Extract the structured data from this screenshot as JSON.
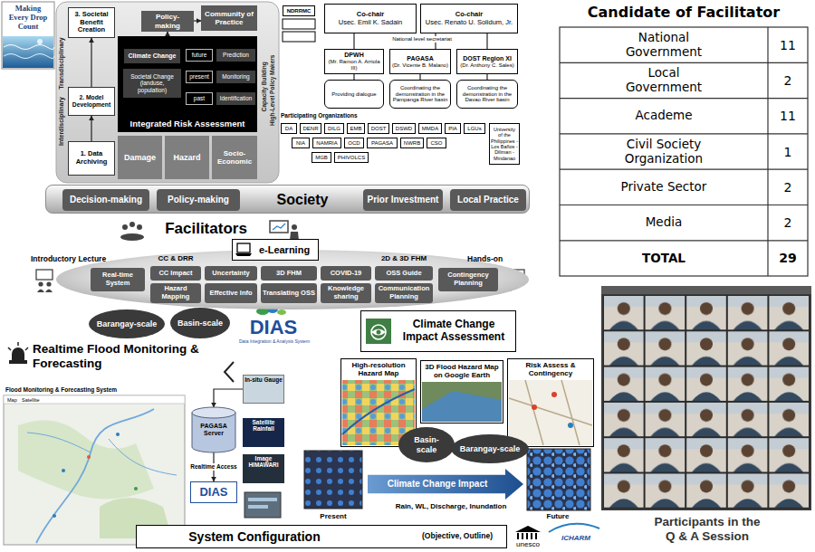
{
  "diagram": {
    "nodes": [
      {
        "text": [
          "Making Every Drop Count"
        ]
      },
      {
        "text": [
          "3. Societal Benefit Creation"
        ]
      },
      {
        "text": [
          "Policy-making"
        ]
      },
      {
        "text": [
          "Community of Practice"
        ]
      },
      {
        "text": [
          "2. Model Development"
        ]
      },
      {
        "text": [
          "Integrated Risk Assessment"
        ]
      },
      {
        "text": [
          "Climate Change"
        ],
        "in": 5
      },
      {
        "text": [
          "Societal Change (landuse, population)"
        ],
        "in": 5
      },
      {
        "text": [
          "future"
        ],
        "in": 5
      },
      {
        "text": [
          "present"
        ],
        "in": 5
      },
      {
        "text": [
          "past"
        ],
        "in": 5
      },
      {
        "text": [
          "Prediction"
        ],
        "in": 5
      },
      {
        "text": [
          "Monitoring"
        ],
        "in": 5
      },
      {
        "text": [
          "Identification"
        ],
        "in": 5
      },
      {
        "text": [
          "1. Data Archiving"
        ]
      },
      {
        "text": [
          "Damage"
        ]
      },
      {
        "text": [
          "Hazard"
        ]
      },
      {
        "text": [
          "Socio-Economic"
        ]
      },
      {
        "text": [
          "NDRRMC"
        ]
      },
      {
        "text": [
          "Co-chair",
          "Usec. Emil K. Sadain"
        ]
      },
      {
        "text": [
          "Co-chair",
          "Usec. Renato U. Solidum, Jr."
        ]
      },
      {
        "text": [
          "DPWH",
          "(Mr. Ramon A. Arriola III)"
        ]
      },
      {
        "text": [
          "PAGASA",
          "(Dr. Vicente B. Malano)"
        ]
      },
      {
        "text": [
          "DOST Region XI",
          "(Dr. Anthony C. Sales)"
        ]
      },
      {
        "text": [
          "Providing dialogue"
        ]
      },
      {
        "text": [
          "Coordinating the demonstration in the Pampanga River basin"
        ]
      },
      {
        "text": [
          "Coordinating the demonstration in the Davao River basin"
        ]
      },
      {
        "text": [
          "DA"
        ]
      },
      {
        "text": [
          "DENR"
        ]
      },
      {
        "text": [
          "DILG"
        ]
      },
      {
        "text": [
          "EMB"
        ]
      },
      {
        "text": [
          "DOST"
        ]
      },
      {
        "text": [
          "DSWD"
        ]
      },
      {
        "text": [
          "MMDA"
        ]
      },
      {
        "text": [
          "PIA"
        ]
      },
      {
        "text": [
          "LGUs"
        ]
      },
      {
        "text": [
          "University of the Philippines - Los Baños - Diliman - Mindanao"
        ]
      },
      {
        "text": [
          "NIA"
        ]
      },
      {
        "text": [
          "NAMRIA"
        ]
      },
      {
        "text": [
          "OCD"
        ]
      },
      {
        "text": [
          "PAGASA"
        ]
      },
      {
        "text": [
          "NWRB"
        ]
      },
      {
        "text": [
          "CSO"
        ]
      },
      {
        "text": [
          "MGB"
        ]
      },
      {
        "text": [
          "PHIVOLCS"
        ]
      },
      {
        "text": [
          "Society"
        ]
      },
      {
        "text": [
          "Decision-making"
        ],
        "in": 45
      },
      {
        "text": [
          "Policy-making"
        ],
        "in": 45
      },
      {
        "text": [
          "Prior Investment"
        ],
        "in": 45
      },
      {
        "text": [
          "Local Practice"
        ],
        "in": 45
      },
      {
        "text": [
          "CC & DRR",
          "2D & 3D FHM"
        ]
      },
      {
        "text": [
          "e-Learning"
        ],
        "in": 50
      },
      {
        "text": [
          "Real-time System"
        ],
        "in": 50
      },
      {
        "text": [
          "CC Impact"
        ],
        "in": 50
      },
      {
        "text": [
          "Hazard Mapping"
        ],
        "in": 50
      },
      {
        "text": [
          "Uncertainty"
        ],
        "in": 50
      },
      {
        "text": [
          "Effective Info"
        ],
        "in": 50
      },
      {
        "text": [
          "3D FHM"
        ],
        "in": 50
      },
      {
        "text": [
          "Translating OSS"
        ],
        "in": 50
      },
      {
        "text": [
          "COVID-19"
        ],
        "in": 50
      },
      {
        "text": [
          "Knowledge sharing"
        ],
        "in": 50
      },
      {
        "text": [
          "OSS Guide"
        ],
        "in": 50
      },
      {
        "text": [
          "Communication Planning"
        ],
        "in": 50
      },
      {
        "text": [
          "Contingency Planning"
        ],
        "in": 50
      },
      {
        "text": [
          "Barangay-scale"
        ]
      },
      {
        "text": [
          "Basin-scale"
        ]
      },
      {
        "text": [
          "Climate Change Impact Assessment"
        ]
      },
      {
        "text": [
          "In-situ Gauge"
        ]
      },
      {
        "text": [
          "PAGASA Server"
        ]
      },
      {
        "text": [
          "Satellite Rainfall"
        ]
      },
      {
        "text": [
          "Image HIMAWARI"
        ]
      },
      {
        "text": [
          "DIAS"
        ]
      },
      {
        "text": [
          "High-resolution Hazard Map"
        ]
      },
      {
        "text": [
          "3D Flood Hazard Map on Google Earth"
        ]
      },
      {
        "text": [
          "Risk Assess & Contingency"
        ]
      },
      {
        "text": [
          "Basin-scale"
        ]
      },
      {
        "text": [
          "Barangay-scale"
        ]
      },
      {
        "text": [
          "Climate Change Impact"
        ]
      },
      {
        "text": [
          "System Configuration",
          "(Objective, Outline)"
        ]
      }
    ],
    "edges": [
      {
        "from": 14,
        "to": 4,
        "arrow": "to"
      },
      {
        "from": 4,
        "to": 1,
        "arrow": "to"
      },
      {
        "from": 5,
        "to": 2,
        "arrow": "to"
      },
      {
        "from": 2,
        "to": 3,
        "arrow": "to"
      },
      {
        "from": 19,
        "to": 21,
        "arrow": "none"
      },
      {
        "from": 20,
        "to": 22,
        "arrow": "none"
      },
      {
        "from": 20,
        "to": 23,
        "arrow": "none"
      },
      {
        "from": 21,
        "to": 24,
        "arrow": "none"
      },
      {
        "from": 22,
        "to": 25,
        "arrow": "none"
      },
      {
        "from": 23,
        "to": 26,
        "arrow": "none"
      },
      {
        "from": 67,
        "to": 68,
        "arrow": "to"
      },
      {
        "from": 68,
        "to": 71,
        "arrow": "to",
        "label": "Realtime Access"
      }
    ],
    "labels": [
      "Transdisciplinary",
      "Interdisciplinary",
      "Capacity Building",
      "High-Level Policy Makers",
      "National level secretariat",
      "Participating Organizations",
      "Candidate of Facilitator",
      "National Government",
      "11",
      "Local Government",
      "2",
      "Academe",
      "11",
      "Civil Society Organization",
      "1",
      "Private Sector",
      "2",
      "Media",
      "2",
      "TOTAL",
      "29",
      "Facilitators",
      "Introductory Lecture",
      "Hands-on",
      "DIAS",
      "Data Integration & Analysis System",
      "Realtime Flood Monitoring & Forecasting",
      "Flood Monitoring & Forecasting System",
      "Map",
      "Satellite",
      "Present",
      "Future",
      "Rain, WL, Discharge, Inundation",
      "unesco",
      "ICHARM",
      "Participants in the Q & A Session"
    ]
  }
}
